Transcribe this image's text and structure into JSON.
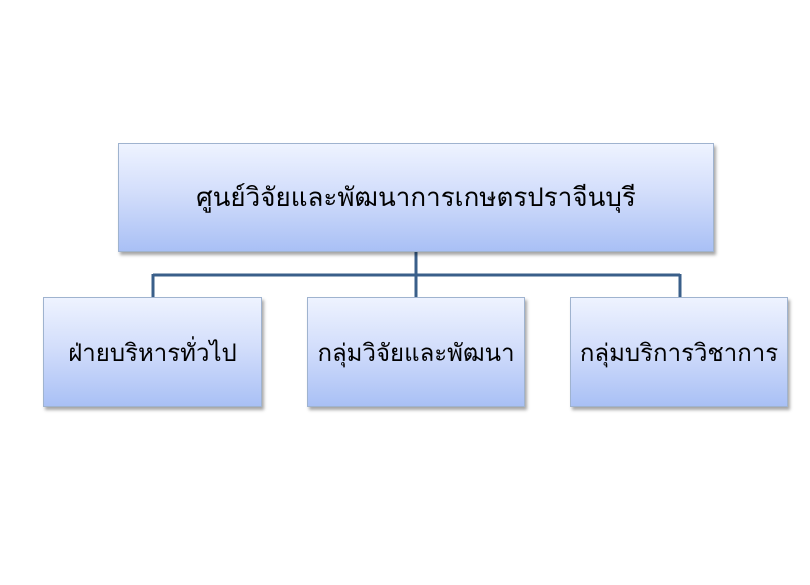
{
  "diagram": {
    "type": "org-chart",
    "connector_color": "#3a5f8a",
    "root": {
      "label": "ศูนย์วิจัยและพัฒนาการเกษตรปราจีนบุรี"
    },
    "children": [
      {
        "label": "ฝ่ายบริหารทั่วไป"
      },
      {
        "label": "กลุ่มวิจัยและพัฒนา"
      },
      {
        "label": "กลุ่มบริการวิชาการ"
      }
    ]
  }
}
